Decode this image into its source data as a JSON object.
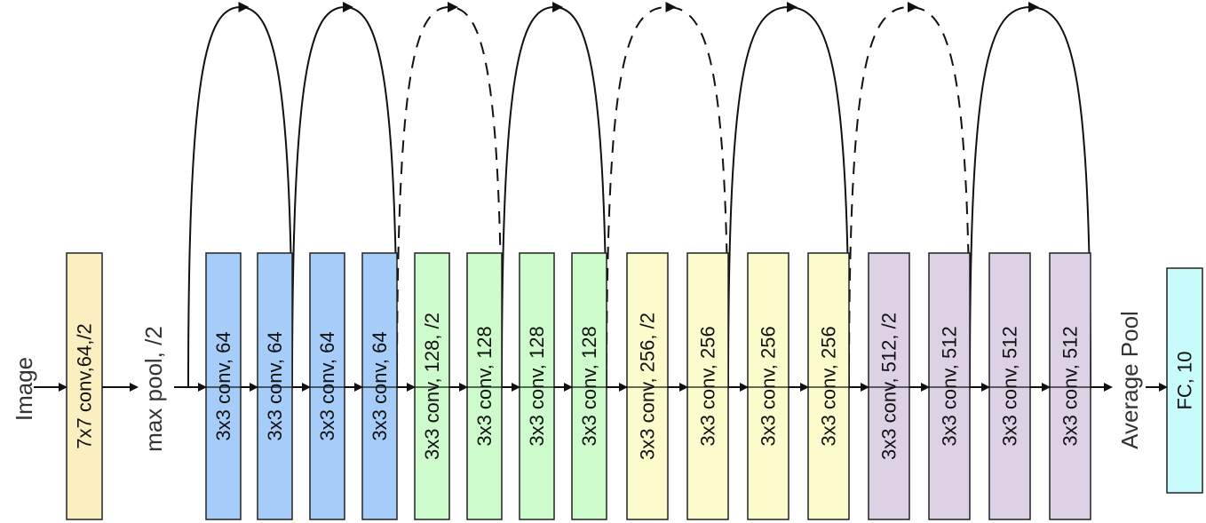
{
  "labels": {
    "image": "Image",
    "max_pool": "max pool, /2",
    "average_pool": "Average Pool"
  },
  "colors": {
    "stem": "#fbeec0",
    "stage1": "#a6cdf9",
    "stage2": "#cdfbcb",
    "stage3": "#fbfbcb",
    "stage4": "#ddd1e6",
    "fc": "#c8fbfb",
    "stroke": "#222222"
  },
  "layers": [
    {
      "id": "stem",
      "label": "7x7 conv,64,/2",
      "color_key": "stem"
    },
    {
      "id": "b1",
      "label": "3x3 conv, 64",
      "color_key": "stage1"
    },
    {
      "id": "b2",
      "label": "3x3 conv, 64",
      "color_key": "stage1"
    },
    {
      "id": "b3",
      "label": "3x3 conv, 64",
      "color_key": "stage1"
    },
    {
      "id": "b4",
      "label": "3x3 conv, 64",
      "color_key": "stage1"
    },
    {
      "id": "b5",
      "label": "3x3 conv, 128, /2",
      "color_key": "stage2"
    },
    {
      "id": "b6",
      "label": "3x3 conv, 128",
      "color_key": "stage2"
    },
    {
      "id": "b7",
      "label": "3x3 conv, 128",
      "color_key": "stage2"
    },
    {
      "id": "b8",
      "label": "3x3 conv, 128",
      "color_key": "stage2"
    },
    {
      "id": "b9",
      "label": "3x3 conv, 256, /2",
      "color_key": "stage3"
    },
    {
      "id": "b10",
      "label": "3x3 conv, 256",
      "color_key": "stage3"
    },
    {
      "id": "b11",
      "label": "3x3 conv, 256",
      "color_key": "stage3"
    },
    {
      "id": "b12",
      "label": "3x3 conv, 256",
      "color_key": "stage3"
    },
    {
      "id": "b13",
      "label": "3x3 conv, 512, /2",
      "color_key": "stage4"
    },
    {
      "id": "b14",
      "label": "3x3 conv, 512",
      "color_key": "stage4"
    },
    {
      "id": "b15",
      "label": "3x3 conv, 512",
      "color_key": "stage4"
    },
    {
      "id": "b16",
      "label": "3x3 conv, 512",
      "color_key": "stage4"
    },
    {
      "id": "fc",
      "label": "FC, 10",
      "color_key": "fc"
    }
  ],
  "skip_connections": [
    {
      "from": "max_pool",
      "to": "b2",
      "style": "solid"
    },
    {
      "from": "b2",
      "to": "b4",
      "style": "solid"
    },
    {
      "from": "b4",
      "to": "b6",
      "style": "dashed"
    },
    {
      "from": "b6",
      "to": "b8",
      "style": "solid"
    },
    {
      "from": "b8",
      "to": "b10",
      "style": "dashed"
    },
    {
      "from": "b10",
      "to": "b12",
      "style": "solid"
    },
    {
      "from": "b12",
      "to": "b14",
      "style": "dashed"
    },
    {
      "from": "b14",
      "to": "b16",
      "style": "solid"
    }
  ]
}
